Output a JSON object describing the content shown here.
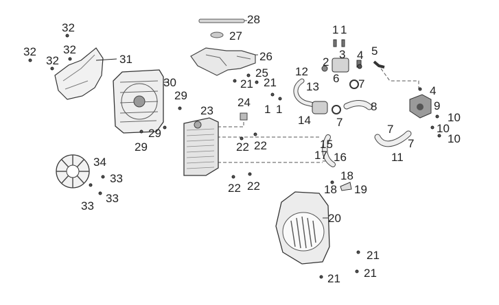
{
  "colors": {
    "ink": "#222222",
    "part_fill": "#e6e6e6",
    "part_dark": "#6a6a6a",
    "line": "#444444"
  },
  "callouts": {
    "c28": "28",
    "c27": "27",
    "c26": "26",
    "c25": "25",
    "c21a": "21",
    "c21b": "21",
    "c21c": "21",
    "c21d": "21",
    "c21e": "21",
    "c32a": "32",
    "c32b": "32",
    "c32c": "32",
    "c32d": "32",
    "c31": "31",
    "c30": "30",
    "c29a": "29",
    "c29b": "29",
    "c29c": "29",
    "c24": "24",
    "c23": "23",
    "c1a": "1",
    "c1b": "1",
    "c1c": "1",
    "c1d": "1",
    "c22a": "22",
    "c22b": "22",
    "c22c": "22",
    "c22d": "22",
    "c12": "12",
    "c13": "13",
    "c14": "14",
    "c2": "2",
    "c3": "3",
    "c4a": "4",
    "c4b": "4",
    "c5": "5",
    "c6": "6",
    "c7a": "7",
    "c7b": "7",
    "c7c": "7",
    "c7d": "7",
    "c8": "8",
    "c9": "9",
    "c10a": "10",
    "c10b": "10",
    "c10c": "10",
    "c11": "11",
    "c15": "15",
    "c16": "16",
    "c17": "17",
    "c18a": "18",
    "c18b": "18",
    "c19": "19",
    "c20": "20",
    "c34": "34",
    "c33a": "33",
    "c33b": "33",
    "c33c": "33"
  }
}
